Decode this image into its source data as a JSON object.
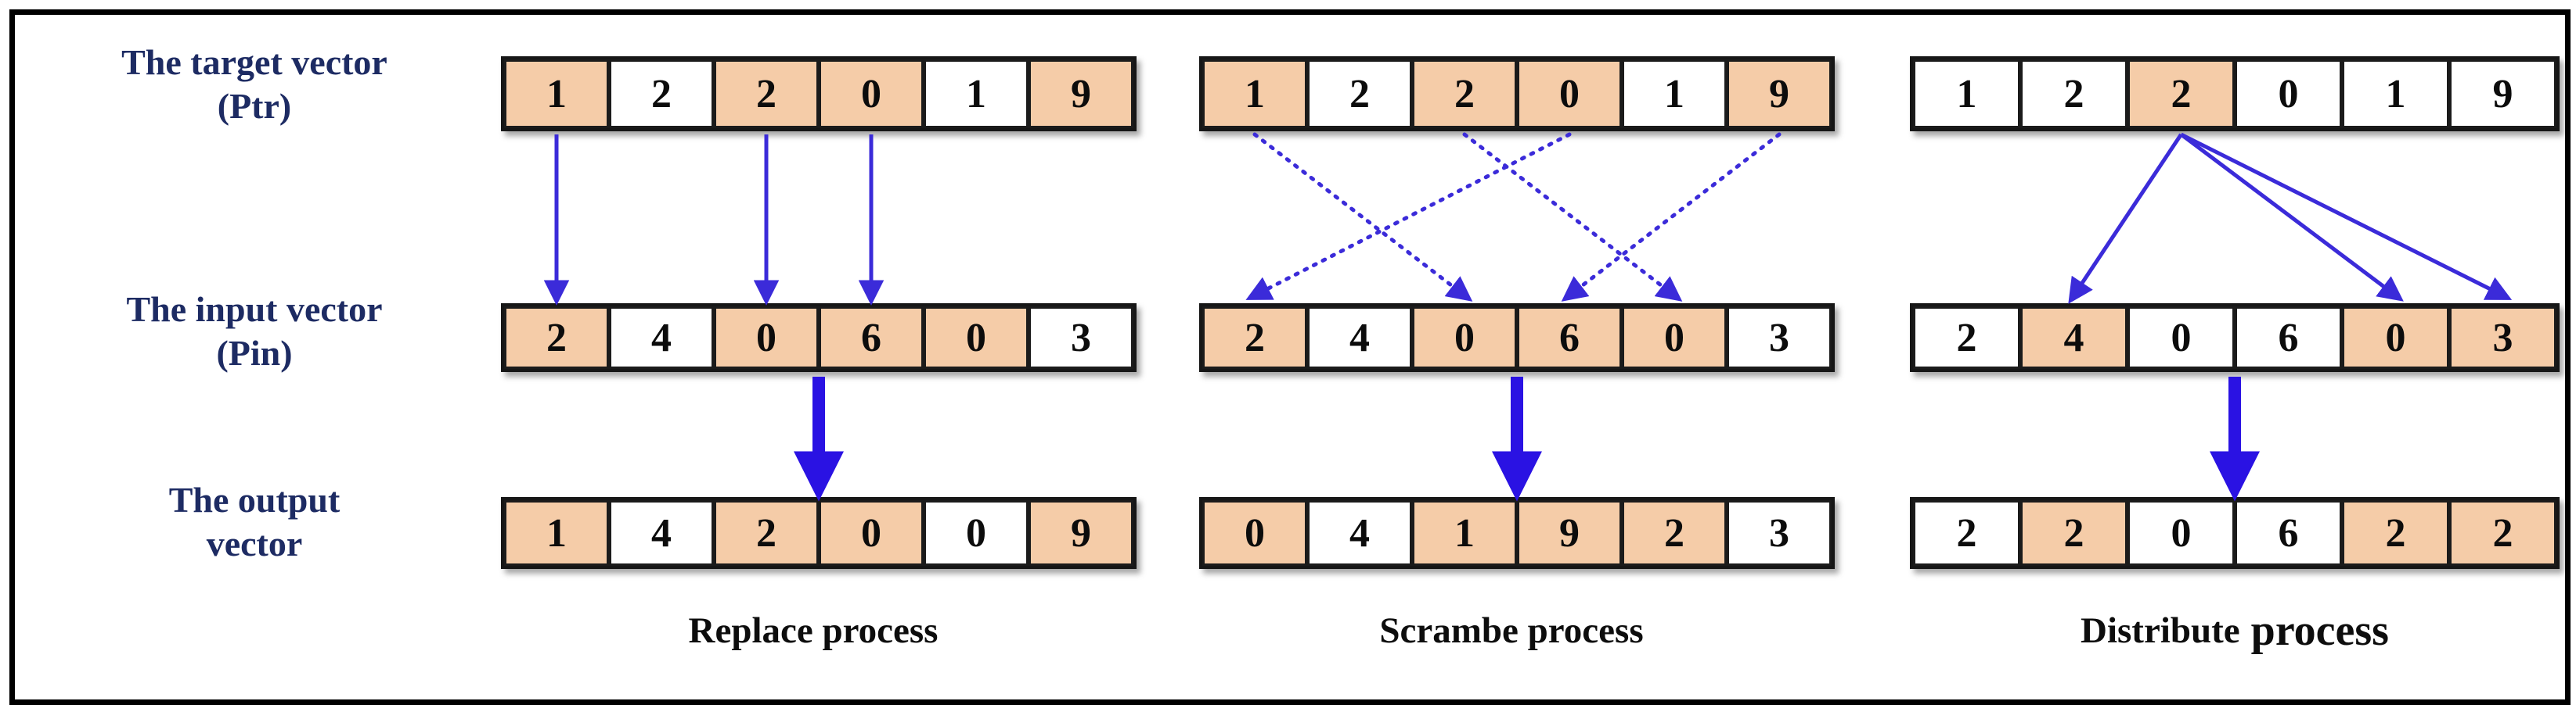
{
  "figure": {
    "row_labels": [
      {
        "line1": "The target vector",
        "line2": "(Ptr)"
      },
      {
        "line1": "The input vector",
        "line2": "(Pin)"
      },
      {
        "line1": "The output",
        "line2": "vector"
      }
    ]
  },
  "colors": {
    "cell_shaded": "#F5CCA8",
    "cell_white": "#FFFFFF",
    "cell_border": "#1b1b1b",
    "thin_arrow": "#3b2bd9",
    "big_arrow": "#2a12e3",
    "label_navy": "#1d2b63",
    "caption_black": "#0d0d0d"
  },
  "panels": [
    {
      "caption": {
        "text": "Replace process",
        "text2": ""
      },
      "arrow_style": "solid",
      "target": {
        "values": [
          "1",
          "2",
          "2",
          "0",
          "1",
          "9"
        ],
        "shaded": [
          true,
          false,
          true,
          true,
          false,
          true
        ]
      },
      "input": {
        "values": [
          "2",
          "4",
          "0",
          "6",
          "0",
          "3"
        ],
        "shaded": [
          true,
          false,
          true,
          true,
          true,
          false
        ]
      },
      "output": {
        "values": [
          "1",
          "4",
          "2",
          "0",
          "0",
          "9"
        ],
        "shaded": [
          true,
          false,
          true,
          true,
          false,
          true
        ]
      },
      "arrows": [
        {
          "from": 0,
          "to": 0
        },
        {
          "from": 2,
          "to": 2
        },
        {
          "from": 3,
          "to": 3
        }
      ]
    },
    {
      "caption": {
        "text": "Scrambe process",
        "text2": ""
      },
      "arrow_style": "dashed",
      "target": {
        "values": [
          "1",
          "2",
          "2",
          "0",
          "1",
          "9"
        ],
        "shaded": [
          true,
          false,
          true,
          true,
          false,
          true
        ]
      },
      "input": {
        "values": [
          "2",
          "4",
          "0",
          "6",
          "0",
          "3"
        ],
        "shaded": [
          true,
          false,
          true,
          true,
          true,
          false
        ]
      },
      "output": {
        "values": [
          "0",
          "4",
          "1",
          "9",
          "2",
          "3"
        ],
        "shaded": [
          true,
          false,
          true,
          true,
          true,
          false
        ]
      },
      "arrows": [
        {
          "from": 0,
          "to": 2
        },
        {
          "from": 2,
          "to": 4
        },
        {
          "from": 3,
          "to": 0
        },
        {
          "from": 5,
          "to": 3
        }
      ]
    },
    {
      "caption": {
        "text": "Distribute",
        "text2": "process"
      },
      "arrow_style": "solid",
      "target": {
        "values": [
          "1",
          "2",
          "2",
          "0",
          "1",
          "9"
        ],
        "shaded": [
          false,
          false,
          true,
          false,
          false,
          false
        ]
      },
      "input": {
        "values": [
          "2",
          "4",
          "0",
          "6",
          "0",
          "3"
        ],
        "shaded": [
          false,
          true,
          false,
          false,
          true,
          true
        ]
      },
      "output": {
        "values": [
          "2",
          "2",
          "0",
          "6",
          "2",
          "2"
        ],
        "shaded": [
          false,
          true,
          false,
          false,
          true,
          true
        ]
      },
      "arrows": [
        {
          "from": 2,
          "to": 1
        },
        {
          "from": 2,
          "to": 4
        },
        {
          "from": 2,
          "to": 5
        }
      ]
    }
  ]
}
